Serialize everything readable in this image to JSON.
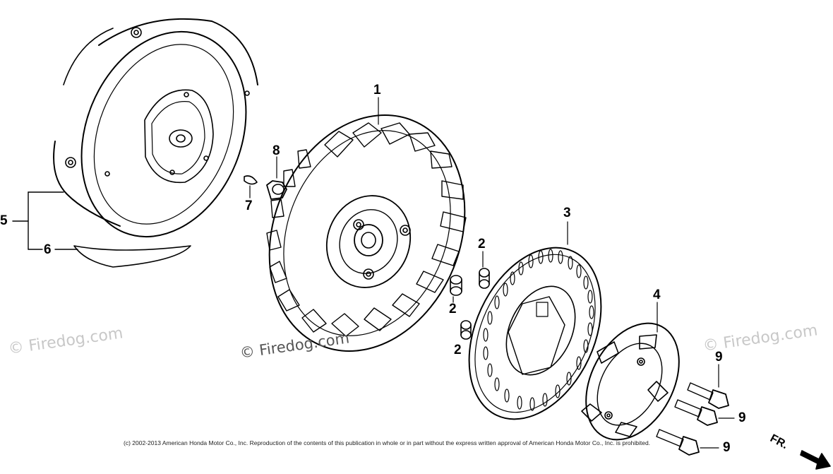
{
  "callouts": {
    "c1": "1",
    "c2a": "2",
    "c2b": "2",
    "c2c": "2",
    "c3": "3",
    "c4": "4",
    "c5": "5",
    "c6": "6",
    "c7": "7",
    "c8": "8",
    "c9a": "9",
    "c9b": "9",
    "c9c": "9"
  },
  "watermarks": {
    "left": "© Firedog.com",
    "center": "© Firedog.com",
    "right": "© Firedog.com"
  },
  "copyright": "(c) 2002-2013 American Honda Motor Co., Inc. Reproduction of the contents of this publication in whole or in part without the express written approval of American Honda Motor Co., Inc. is prohibited.",
  "direction_label": "FR."
}
